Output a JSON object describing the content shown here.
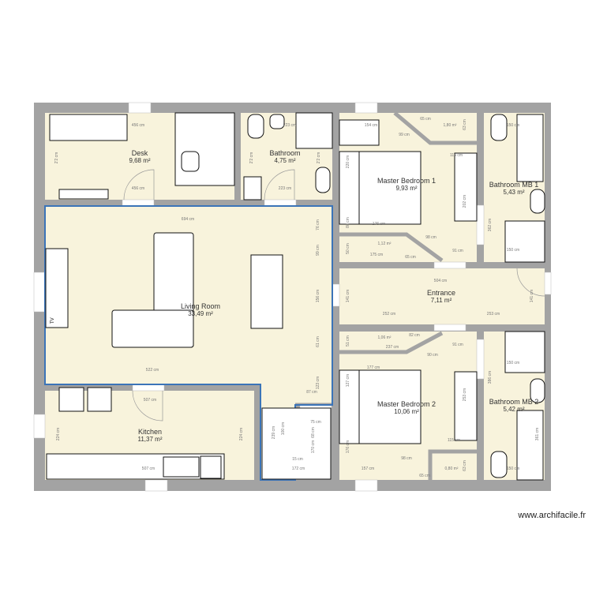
{
  "colors": {
    "wall": "#a3a3a3",
    "floor": "#f8f3dc",
    "selection": "#3b74b8",
    "opening": "#ffffff"
  },
  "rooms": [
    {
      "name": "Desk",
      "area": "9,68 m²"
    },
    {
      "name": "Bathroom",
      "area": "4,75 m²"
    },
    {
      "name": "Master Bedroom 1",
      "area": "9,93 m²"
    },
    {
      "name": "Bathroom MB 1",
      "area": "5,43 m²"
    },
    {
      "name": "Living Room",
      "area": "33,49 m²"
    },
    {
      "name": "Entrance",
      "area": "7,11 m²"
    },
    {
      "name": "Kitchen",
      "area": "11,37 m²"
    },
    {
      "name": "Master Bedroom 2",
      "area": "10,06 m²"
    },
    {
      "name": "Bathroom MB 2",
      "area": "5,42 m²"
    }
  ],
  "furniture_labels": {
    "tv": "TV"
  },
  "dimensions": [
    "456 cm",
    "2'2 cm",
    "456 cm",
    "223 cm",
    "2'2 cm",
    "223 cm",
    "2'2 cm",
    "694 cm",
    "76 cm",
    "99 cm",
    "156 cm",
    "61 cm",
    "522 cm",
    "123 cm",
    "87 cm",
    "507 cm",
    "224 cm",
    "224 cm",
    "507 cm",
    "239 cm",
    "100 cm",
    "75 cm",
    "68 cm",
    "170 cm",
    "15 cm",
    "172 cm",
    "154 cm",
    "220 cm",
    "80 cm",
    "176 cm",
    "114 cm",
    "202 cm",
    "98 cm",
    "91 cm",
    "65 cm",
    "50 cm",
    "175 cm",
    "1,12 m²",
    "99 cm",
    "65 cm",
    "1,80 m²",
    "63 cm",
    "150 cm",
    "362 cm",
    "150 cm",
    "504 cm",
    "141 cm",
    "141 cm",
    "252 cm",
    "253 cm",
    "82 cm",
    "237 cm",
    "1,06 m²",
    "91 cm",
    "90 cm",
    "51 cm",
    "177 cm",
    "127 cm",
    "253 cm",
    "115 cm",
    "176 cm",
    "98 cm",
    "157 cm",
    "0,80 m²",
    "63 cm",
    "65 cm",
    "150 cm",
    "386 cm",
    "150 cm",
    "361 cm"
  ],
  "watermark": "www.archifacile.fr"
}
